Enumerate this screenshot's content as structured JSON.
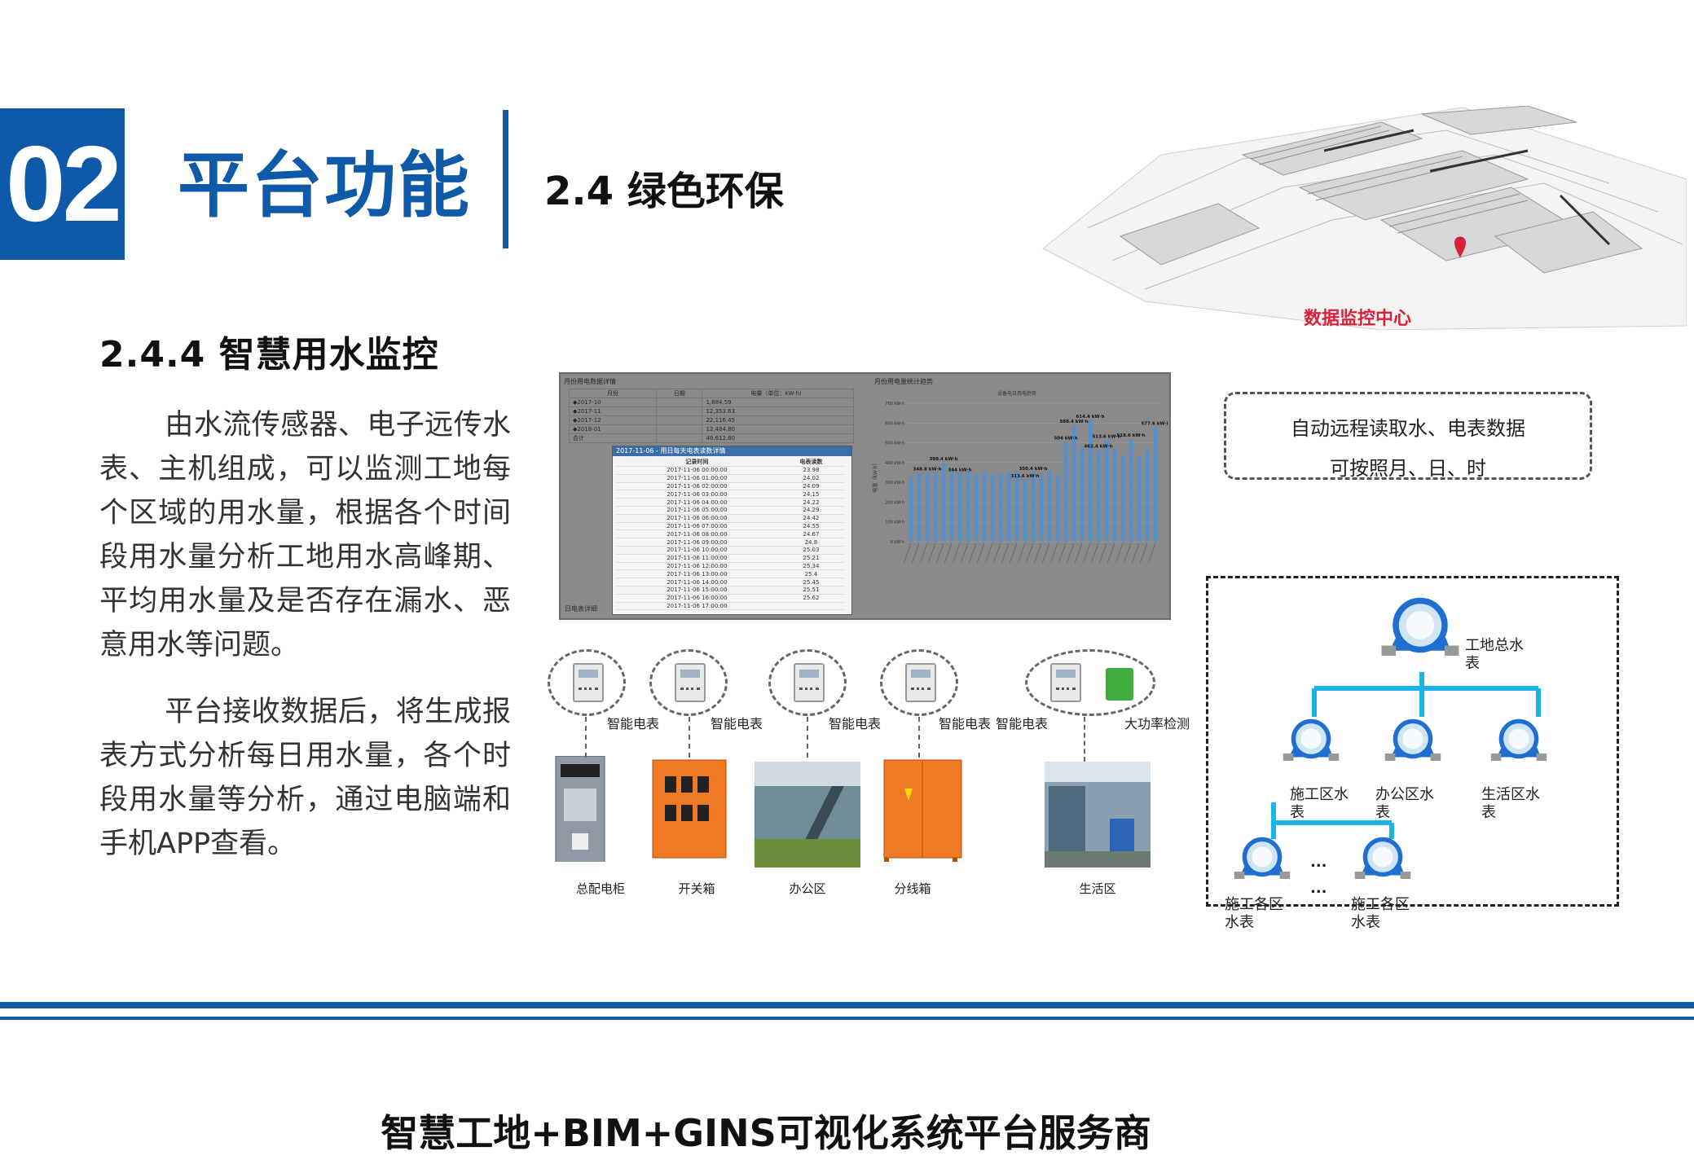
{
  "header": {
    "section_number": "02",
    "section_title": "平台功能",
    "sub_title": "2.4 绿色环保"
  },
  "building": {
    "caption": "数据监控中心",
    "pin_color": "#d7223a"
  },
  "content": {
    "heading": "2.4.4 智慧用水监控",
    "para1": "由水流传感器、电子远传水表、主机组成，可以监测工地每个区域的用水量，根据各个时间段用水量分析工地用水高峰期、平均用水量及是否存在漏水、恶意用水等问题。",
    "para2": "平台接收数据后，将生成报表方式分析每日用水量，各个时段用水量等分析，通过电脑端和手机APP查看。"
  },
  "app": {
    "left_title": "月份用电数据详情",
    "right_title": "月份用电量统计趋势",
    "summary_headers": [
      "月份",
      "日期",
      "电量（单位：kW·h）"
    ],
    "summary_rows": [
      [
        "◆2017-10",
        "",
        "1,684.59"
      ],
      [
        "◆2017-11",
        "",
        "12,353.63"
      ],
      [
        "◆2017-12",
        "",
        "22,116.45"
      ],
      [
        "◆2018-01",
        "",
        "12,484.80"
      ],
      [
        "合计",
        "",
        "48,612.80"
      ]
    ],
    "popup_title": "2017-11-06 - 用日每天电表读数详情",
    "popup_headers": [
      "记录时间",
      "电表读数"
    ],
    "popup_rows": [
      [
        "2017-11-06 00:00:00",
        "23.98"
      ],
      [
        "2017-11-06 01:00:00",
        "24.02"
      ],
      [
        "2017-11-06 02:00:00",
        "24.09"
      ],
      [
        "2017-11-06 03:00:00",
        "24.15"
      ],
      [
        "2017-11-06 04:00:00",
        "24.22"
      ],
      [
        "2017-11-06 05:00:00",
        "24.29"
      ],
      [
        "2017-11-06 06:00:00",
        "24.42"
      ],
      [
        "2017-11-06 07:00:00",
        "24.55"
      ],
      [
        "2017-11-06 08:00:00",
        "24.67"
      ],
      [
        "2017-11-06 09:00:00",
        "24.8"
      ],
      [
        "2017-11-06 10:00:00",
        "25.03"
      ],
      [
        "2017-11-06 11:00:00",
        "25.21"
      ],
      [
        "2017-11-06 12:00:00",
        "25.34"
      ],
      [
        "2017-11-06 13:00:00",
        "25.4"
      ],
      [
        "2017-11-06 14:00:00",
        "25.45"
      ],
      [
        "2017-11-06 15:00:00",
        "25.51"
      ],
      [
        "2017-11-06 16:00:00",
        "25.62"
      ],
      [
        "2017-11-06 17:00:00",
        ""
      ]
    ],
    "footer": "日电表详细"
  },
  "chart_data": {
    "type": "bar",
    "title": "设备电日用电趋势",
    "ylabel": "电量（kW·h）",
    "yticks": [
      "0 kW·h",
      "100 kW·h",
      "200 kW·h",
      "300 kW·h",
      "400 kW·h",
      "500 kW·h",
      "600 kW·h",
      "700 kW·h"
    ],
    "ylim": [
      0,
      700
    ],
    "values": [
      330,
      345,
      348.8,
      352,
      398.4,
      360,
      344,
      358,
      346,
      352,
      340,
      345,
      350,
      355,
      313.6,
      350.4,
      345,
      360,
      340,
      504,
      588.4,
      480,
      614.4,
      462.4,
      513.6,
      470,
      440,
      518.6,
      430,
      460,
      577.6
    ],
    "value_labels": [
      "348.8 kW·h",
      "398.4 kW·h",
      "344 kW·h",
      "313.6 kW·h",
      "350.4 kW·h",
      "504 kW·h",
      "588.4 kW·h",
      "614.4 kW·h",
      "513.6 kW·h",
      "462.4 kW·h",
      "518.6 kW·h",
      "577.6 kW·h"
    ],
    "grid": true,
    "bar_color": "#5b8fc4"
  },
  "devices": {
    "meters": [
      "智能电表",
      "智能电表",
      "智能电表",
      "智能电表",
      "智能电表"
    ],
    "extra_meter": "大功率检测",
    "photos": [
      "总配电柜",
      "开关箱",
      "办公区",
      "分线箱",
      "生活区"
    ]
  },
  "info_box": {
    "line1": "自动远程读取水、电表数据",
    "line2": "可按照月、日、时"
  },
  "tree": {
    "root": "工地总水表",
    "level2": [
      "施工区水表",
      "办公区水表",
      "生活区水表"
    ],
    "level3": [
      "施工各区水表",
      "施工各区水表"
    ],
    "ellipsis": "...",
    "meter_color": "#1f6fd1",
    "line_color": "#1ab4ea"
  },
  "footer": {
    "text": "智慧工地+BIM+GINS可视化系统平台服务商"
  }
}
